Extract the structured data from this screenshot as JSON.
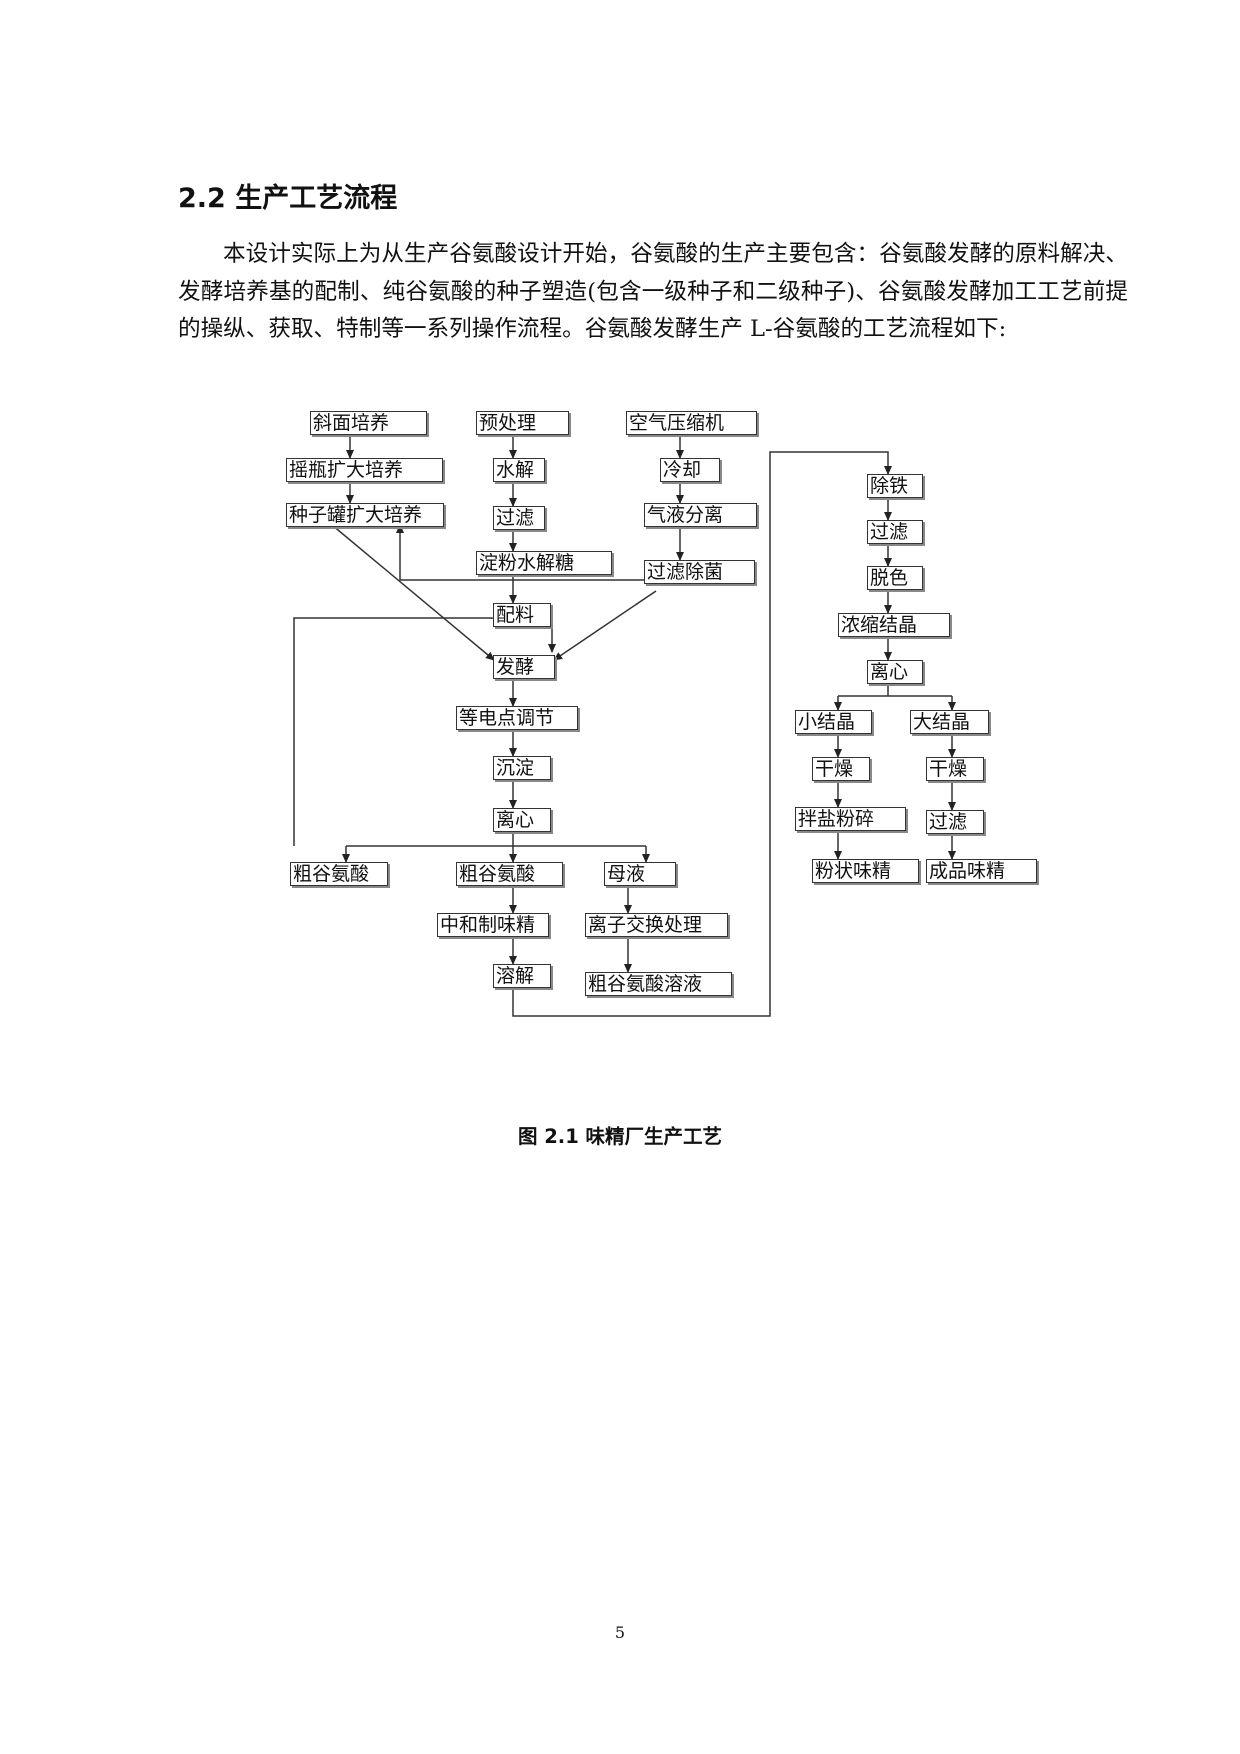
{
  "heading": "2.2 生产工艺流程",
  "paragraph": "本设计实际上为从生产谷氨酸设计开始，谷氨酸的生产主要包含：谷氨酸发酵的原料解决、发酵培养基的配制、纯谷氨酸的种子塑造(包含一级种子和二级种子)、谷氨酸发酵加工工艺前提的操纵、获取、特制等一系列操作流程。谷氨酸发酵生产 L-谷氨酸的工艺流程如下:",
  "flow": {
    "xiemian": "斜面培养",
    "yaoping": "摇瓶扩大培养",
    "zhongzi": "种子罐扩大培养",
    "yuchuli": "预处理",
    "shuijie": "水解",
    "guolv1": "过滤",
    "dianfen": "淀粉水解糖",
    "kongqi": "空气压缩机",
    "lengque": "冷却",
    "qiye": "气液分离",
    "guolvchujun": "过滤除菌",
    "peiliao": "配料",
    "fajiao": "发酵",
    "dengdian": "等电点调节",
    "chendian": "沉淀",
    "lixin1": "离心",
    "cugu1": "粗谷氨酸",
    "cugu2": "粗谷氨酸",
    "muye": "母液",
    "zhonghe": "中和制味精",
    "lizi": "离子交换处理",
    "rongjie": "溶解",
    "cugurongye": "粗谷氨酸溶液",
    "chutie": "除铁",
    "guolv2": "过滤",
    "tuose": "脱色",
    "nongsuo": "浓缩结晶",
    "lixin2": "离心",
    "xiaojiejing": "小结晶",
    "dajiejing": "大结晶",
    "ganzao1": "干燥",
    "ganzao2": "干燥",
    "banyan": "拌盐粉碎",
    "guolv3": "过滤",
    "fenzhuang": "粉状味精",
    "chengpin": "成品味精"
  },
  "caption": "图 2.1  味精厂生产工艺",
  "page_number": "5"
}
